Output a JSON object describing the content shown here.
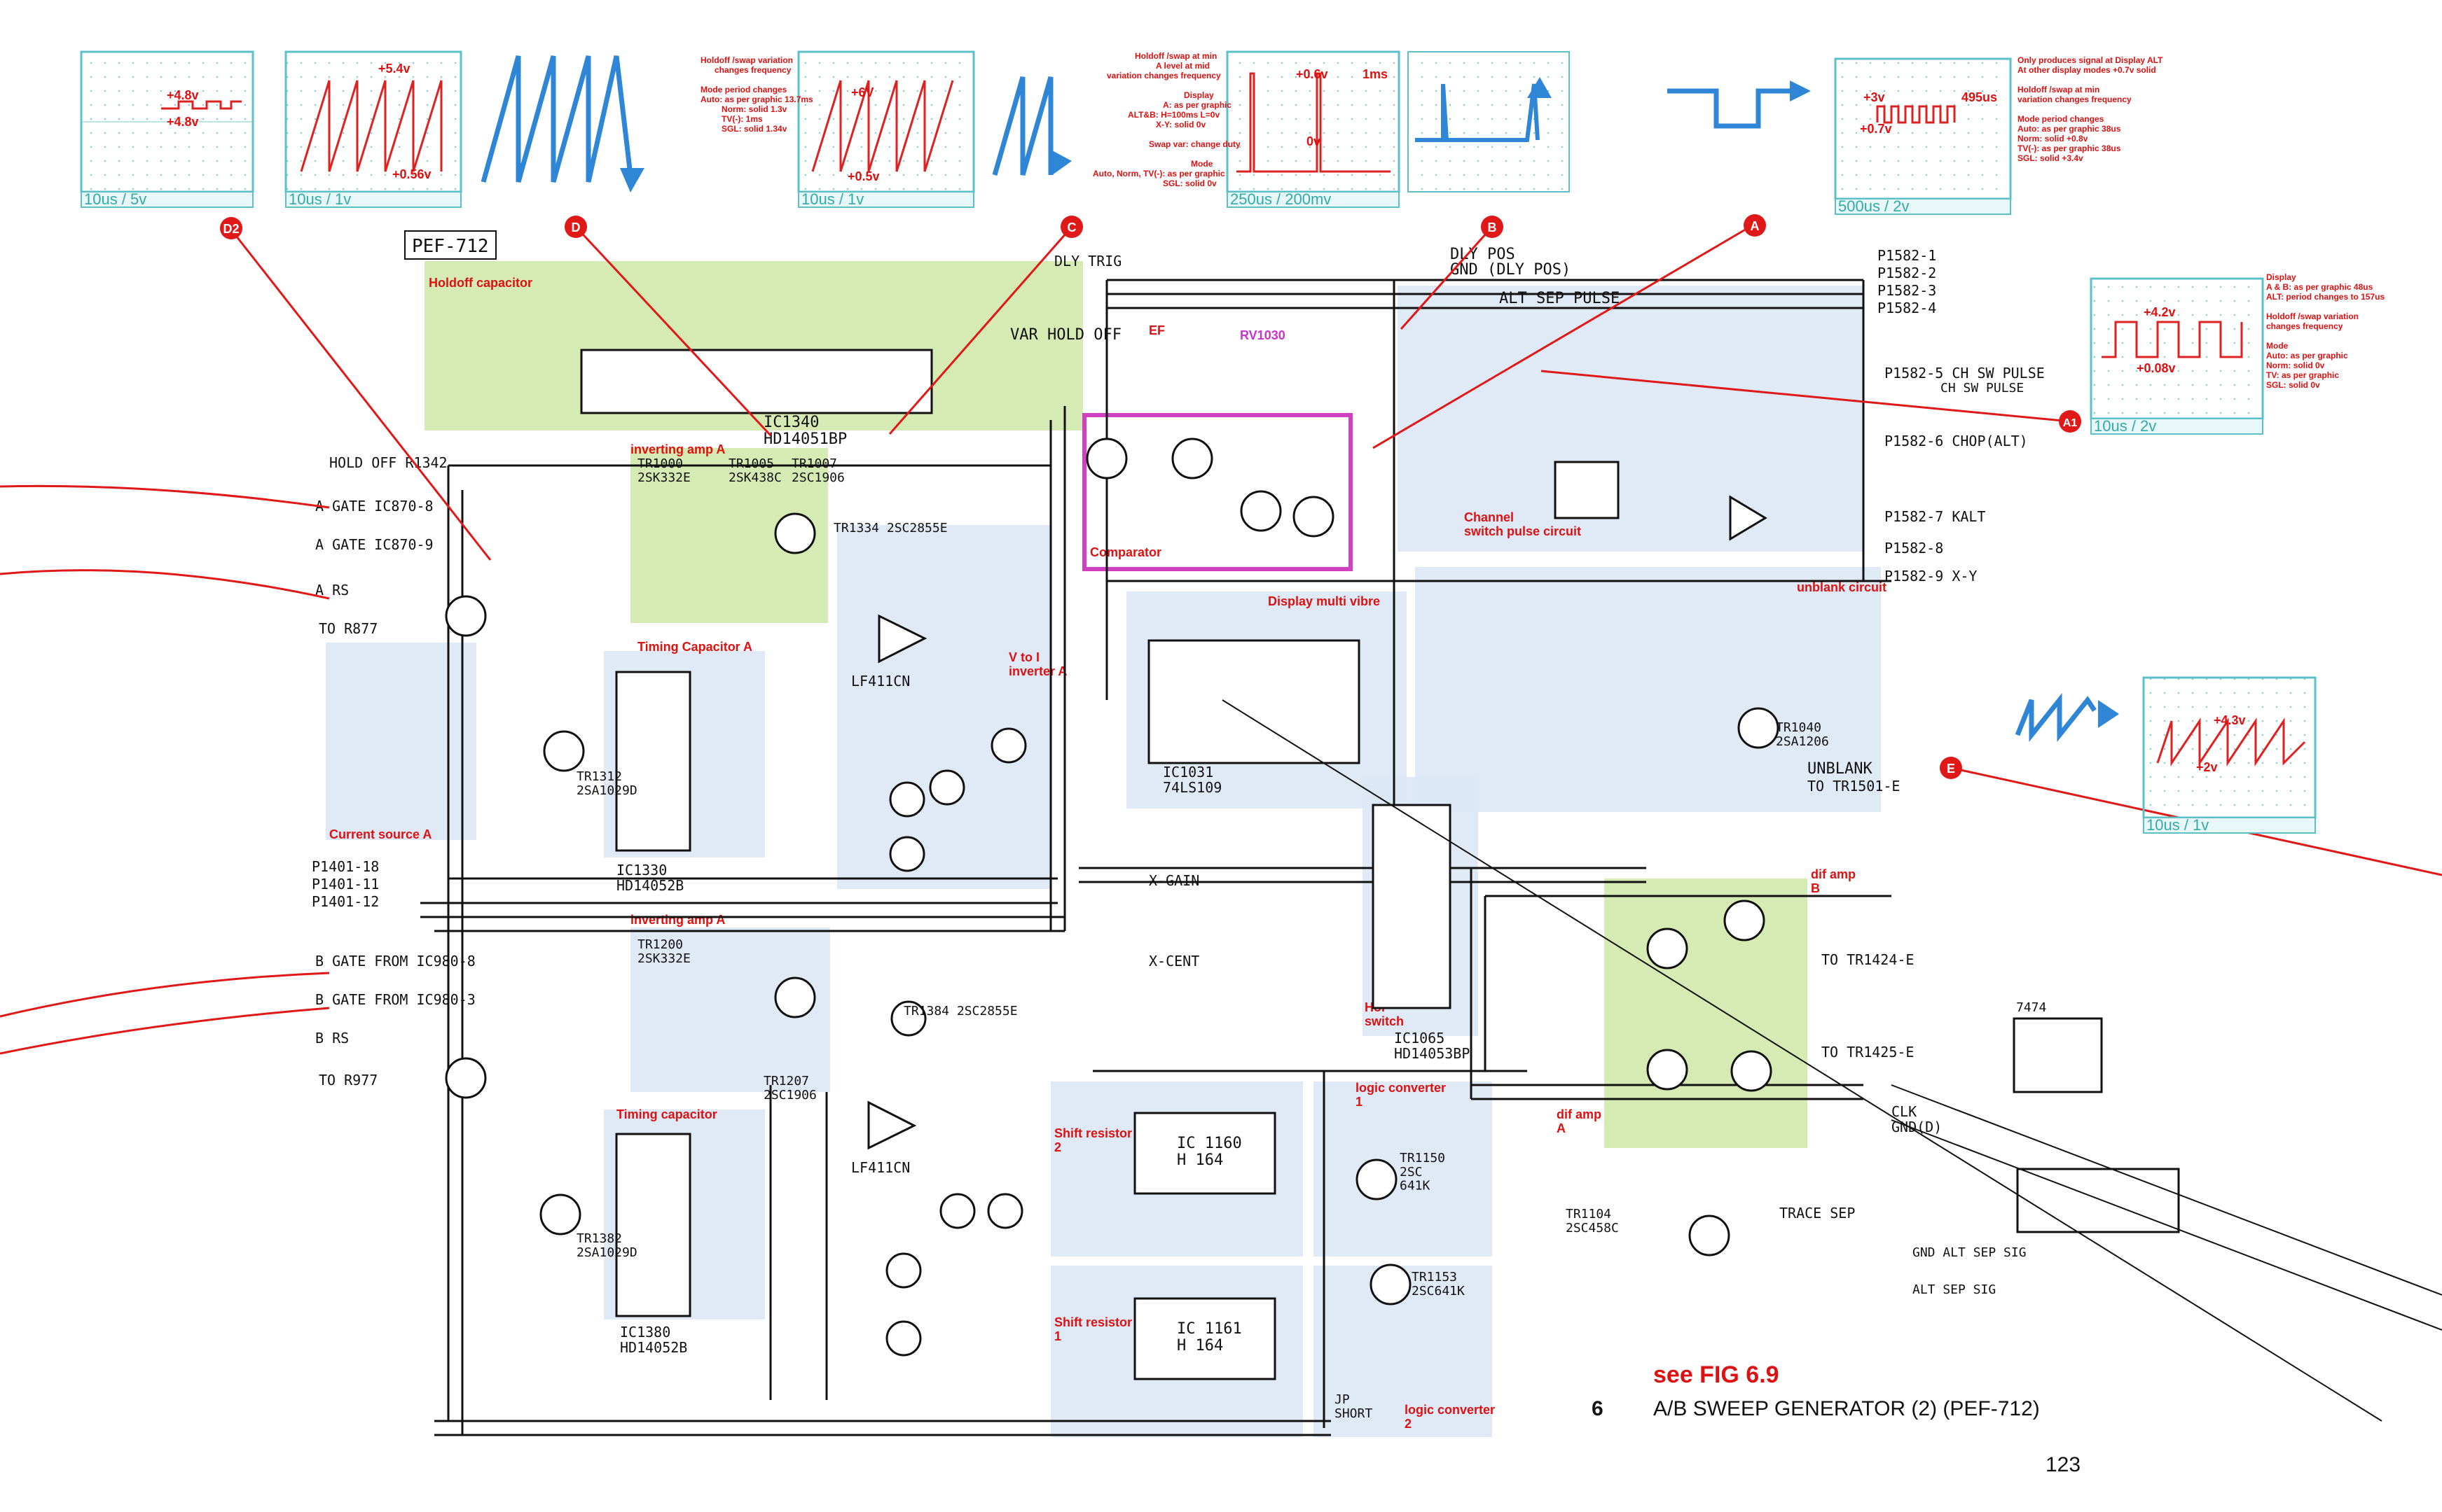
{
  "title": {
    "code": "6",
    "text": "A/B SWEEP GENERATOR (2) (PEF-712)",
    "see": "see FIG 6.9",
    "page": "123"
  },
  "board_tag": "PEF-712",
  "markers": [
    "D2",
    "D",
    "C",
    "B",
    "A",
    "A1",
    "E"
  ],
  "scopes": [
    {
      "caption": "10us / 5v",
      "v1": "+4.8v",
      "v2": "+4.8v"
    },
    {
      "caption": "10us / 1v",
      "v1": "+5.4v",
      "v2": "+0.56v"
    },
    {
      "caption": "10us / 1v",
      "v1": "+6V",
      "v2": "+0.5v"
    },
    {
      "caption": "250us / 200mv",
      "v1": "+0.6v",
      "v2": "0v",
      "v3": "1ms"
    },
    {
      "caption": "500us / 2v",
      "v1": "+3v",
      "v2": "+0.7v",
      "v3": "495us"
    },
    {
      "caption": "10us / 2v",
      "v1": "+4.2v",
      "v2": "+0.08v"
    },
    {
      "caption": "10us / 1v",
      "v1": "+4.3v",
      "v2": "+2v"
    }
  ],
  "notes": {
    "n1": [
      "Holdoff /swap variation",
      "changes frequency",
      "",
      "Mode period changes",
      "Auto: as per graphic 13.7ms",
      "Norm: solid 1.3v",
      "TV(-): 1ms",
      "SGL: solid 1.34v"
    ],
    "n2": [
      "Holdoff /swap at min",
      "A level at mid",
      "variation changes frequency",
      "",
      "Display",
      "A: as per graphic",
      "ALT&B: H=100ms L=0v",
      "X-Y: solid 0v",
      "",
      "Swap var: change duty",
      "",
      "Mode",
      "Auto, Norm, TV(-): as per graphic",
      "SGL: solid 0v"
    ],
    "n3": [
      "Only produces signal at Display ALT",
      "At other display modes +0.7v solid",
      "",
      "Holdoff /swap at min",
      "variation changes frequency",
      "",
      "Mode period changes",
      "Auto: as per graphic 38us",
      "Norm: solid +0.8v",
      "TV(-): as per graphic 38us",
      "SGL: solid +3.4v"
    ],
    "n4": [
      "Display",
      "A & B: as per graphic 48us",
      "ALT: period changes to 157us",
      "",
      "Holdoff /swap variation",
      "changes frequency",
      "",
      "Mode",
      "Auto: as per graphic",
      "Norm: solid 0v",
      "TV: as per graphic",
      "SGL: solid 0v"
    ]
  },
  "blocks": {
    "holdoff": "Holdoff capacitor",
    "invA": "inverting amp A",
    "timingA": "Timing Capacitor A",
    "currentA": "Current source A",
    "vtoi": "V to I\ninverter A",
    "ef": "EF",
    "rv1030": "RV1030",
    "comparator": "Comparator",
    "dispmv": "Display multi vibre",
    "channel": "Channel\nswitch pulse circuit",
    "unblank": "unblank circuit",
    "hor": "Hor\nswitch",
    "invB": "inverting amp A",
    "timingB": "Timing capacitor",
    "shift2": "Shift resistor\n2",
    "shift1": "Shift resistor\n1",
    "logic1": "logic converter\n1",
    "logic2": "logic converter\n2",
    "difB": "dif amp\nB",
    "difA": "dif amp\nA"
  },
  "parts": {
    "ic1340": "IC1340\nHD14051BP",
    "ic1330": "IC1330\nHD14052B",
    "ic1380": "IC1380\nHD14052B",
    "ic1031": "IC1031\n74LS109",
    "ic1065": "IC1065\nHD14053BP",
    "ic1160": "IC 1160\nH 164",
    "ic1161": "IC 1161\nH 164",
    "lf411a": "LF411CN",
    "lf411b": "LF411CN",
    "tr1000": "TR1000\n2SK332E",
    "tr1005": "TR1005\n2SK438C",
    "tr1007": "TR1007\n2SC1906",
    "tr1334": "TR1334 2SC2855E",
    "tr1384": "TR1384 2SC2855E",
    "tr1200": "TR1200\n2SK332E",
    "tr1207": "TR1207\n2SC1906",
    "tr1312": "TR1312\n2SA1029D",
    "tr1382": "TR1382\n2SA1029D",
    "tr1150": "TR1150\n2SC\n641K",
    "tr1153": "TR1153\n2SC641K",
    "tr1104": "TR1104\n2SC458C",
    "tr1040": "TR1040\n2SA1206",
    "ic1401": "7474",
    "var_hold": "VAR HOLD OFF",
    "dly_trig": "DLY TRIG",
    "dly_pos": "DLY POS",
    "gnd_dly": "GND (DLY POS)",
    "alt_sep": "ALT SEP PULSE",
    "ch_sw": "CH SW PULSE",
    "unblank": "UNBLANK",
    "x_gain": "X-GAIN",
    "x_cent": "X-CENT",
    "trace_sep": "TRACE SEP",
    "jp": "JP\nSHORT"
  },
  "signals": {
    "left": [
      "HOLD OFF R1342",
      "A GATE IC870-8",
      "A GATE IC870-9",
      "A RS",
      "TO R877",
      "P1401-18",
      "P1401-11",
      "P1401-12",
      "B GATE FROM IC980-8",
      "B GATE FROM IC980-3",
      "B RS",
      "TO R977"
    ],
    "right": [
      "P1582-1",
      "P1582-2",
      "P1582-3",
      "P1582-4",
      "P1582-5 CH SW PULSE",
      "P1582-6 CHOP(ALT)",
      "P1582-7 KALT",
      "P1582-8",
      "P1582-9 X-Y",
      "TO TR1501-E",
      "TO TR1424-E",
      "TO TR1425-E",
      "CLK",
      "GND(D)",
      "GND ALT SEP SIG",
      "ALT SEP SIG"
    ]
  },
  "colors": {
    "green": "#cfe6a6",
    "blue": "#dbe8f5",
    "magenta": "#d040c0",
    "red": "#e01818",
    "scope": "#5bc0c8",
    "trace_red": "#dd2222",
    "trace_blue": "#2f86d6"
  }
}
